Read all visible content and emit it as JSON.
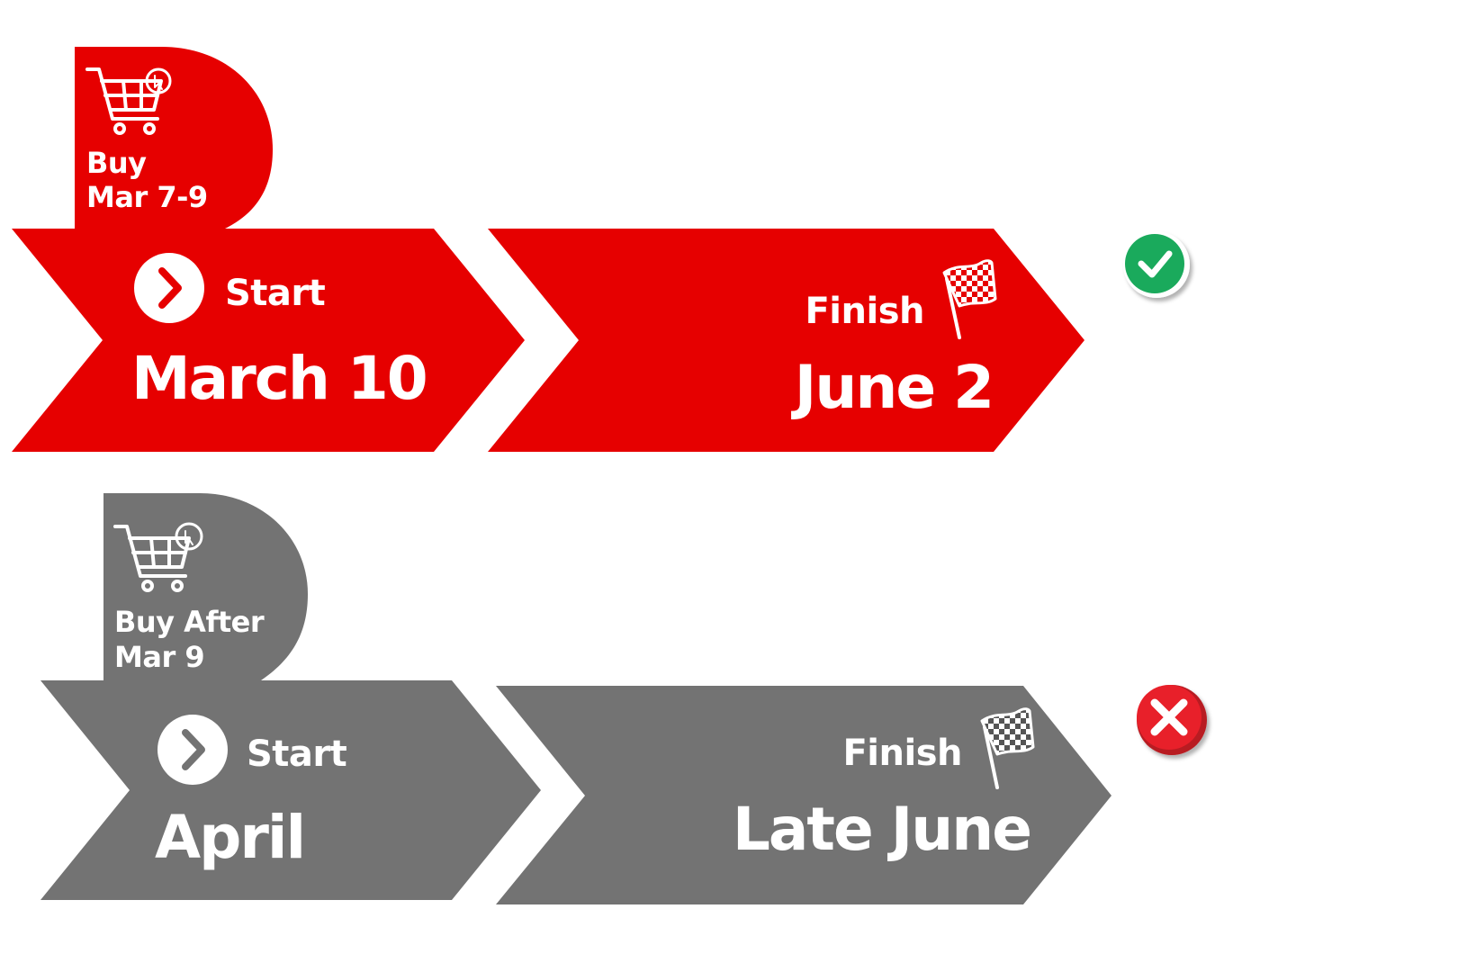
{
  "colors": {
    "success_track": "#e60000",
    "failure_track": "#737373",
    "label": "#ffffff",
    "check_badge": "#1aaa5c",
    "cross_badge": "#e8202a"
  },
  "icons": {
    "buy": "shopping-cart-icon",
    "start": "chevron-right-circle-icon",
    "finish": "checkered-flag-icon",
    "success": "check-circle-icon",
    "failure": "x-circle-icon"
  },
  "rows": [
    {
      "buy_line1": "Buy",
      "buy_line2": "Mar 7-9",
      "start_label": "Start",
      "start_date": "March 10",
      "finish_label": "Finish",
      "finish_date": "June 2",
      "result": "success"
    },
    {
      "buy_line1": "Buy After",
      "buy_line2": "Mar 9",
      "start_label": "Start",
      "start_date": "April",
      "finish_label": "Finish",
      "finish_date": "Late June",
      "result": "failure"
    }
  ]
}
